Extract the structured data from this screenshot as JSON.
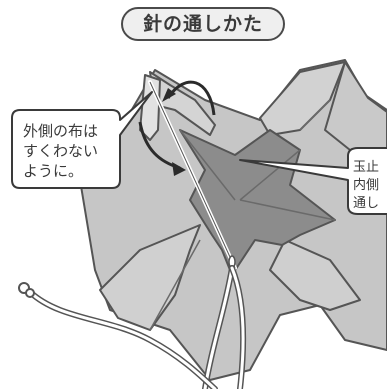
{
  "title": "針の通しかた",
  "left_callout": {
    "lines": [
      "外側の布は",
      "すくわない",
      "ように。"
    ]
  },
  "right_callout": {
    "lines": [
      "玉止",
      "内側",
      "通し"
    ]
  },
  "colors": {
    "cloth_outer": "#bdbdbd",
    "cloth_inner": "#8f8f8f",
    "cloth_outline": "#555555",
    "thread": "#ffffff",
    "arrow": "#2b2b2b"
  }
}
